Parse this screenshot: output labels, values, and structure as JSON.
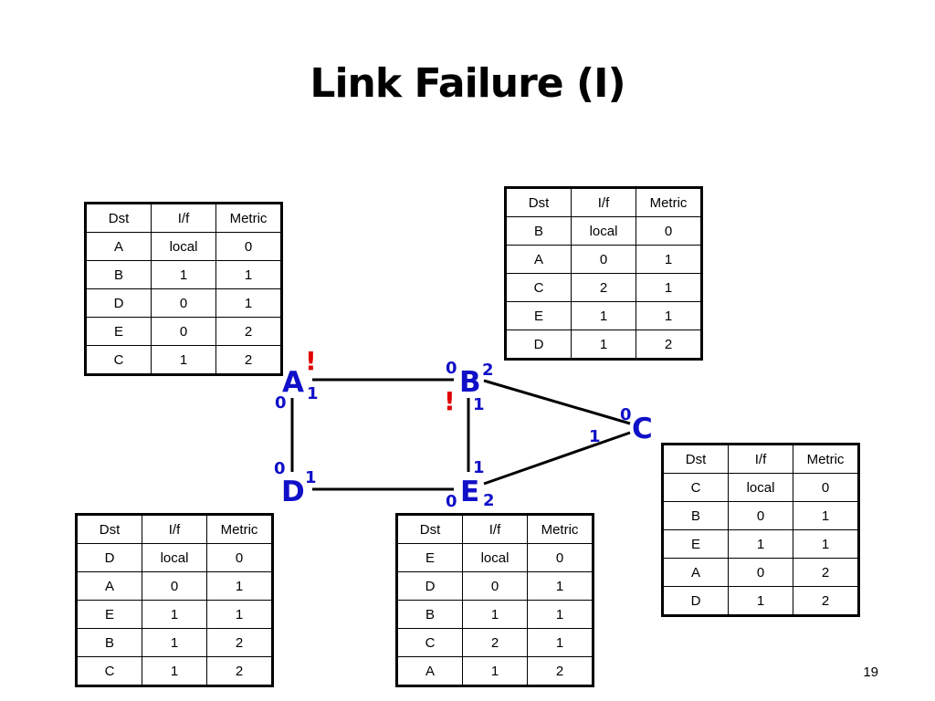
{
  "title": "Link Failure (I)",
  "page_number": "19",
  "colors": {
    "node_label": "#1010c8",
    "failure_mark": "#e00000",
    "link": "#000000"
  },
  "nodes": {
    "A": {
      "label": "A",
      "interfaces": [
        "0",
        "1"
      ]
    },
    "B": {
      "label": "B",
      "interfaces": [
        "0",
        "1",
        "2"
      ]
    },
    "C": {
      "label": "C",
      "interfaces": [
        "0",
        "1"
      ]
    },
    "D": {
      "label": "D",
      "interfaces": [
        "0",
        "1"
      ]
    },
    "E": {
      "label": "E",
      "interfaces": [
        "0",
        "1",
        "2"
      ]
    }
  },
  "failure_mark": "!",
  "tables": {
    "A": {
      "header": [
        "Dst",
        "I/f",
        "Metric"
      ],
      "rows": [
        [
          "A",
          "local",
          "0"
        ],
        [
          "B",
          "1",
          "1"
        ],
        [
          "D",
          "0",
          "1"
        ],
        [
          "E",
          "0",
          "2"
        ],
        [
          "C",
          "1",
          "2"
        ]
      ]
    },
    "B": {
      "header": [
        "Dst",
        "I/f",
        "Metric"
      ],
      "rows": [
        [
          "B",
          "local",
          "0"
        ],
        [
          "A",
          "0",
          "1"
        ],
        [
          "C",
          "2",
          "1"
        ],
        [
          "E",
          "1",
          "1"
        ],
        [
          "D",
          "1",
          "2"
        ]
      ]
    },
    "C": {
      "header": [
        "Dst",
        "I/f",
        "Metric"
      ],
      "rows": [
        [
          "C",
          "local",
          "0"
        ],
        [
          "B",
          "0",
          "1"
        ],
        [
          "E",
          "1",
          "1"
        ],
        [
          "A",
          "0",
          "2"
        ],
        [
          "D",
          "1",
          "2"
        ]
      ]
    },
    "D": {
      "header": [
        "Dst",
        "I/f",
        "Metric"
      ],
      "rows": [
        [
          "D",
          "local",
          "0"
        ],
        [
          "A",
          "0",
          "1"
        ],
        [
          "E",
          "1",
          "1"
        ],
        [
          "B",
          "1",
          "2"
        ],
        [
          "C",
          "1",
          "2"
        ]
      ]
    },
    "E": {
      "header": [
        "Dst",
        "I/f",
        "Metric"
      ],
      "rows": [
        [
          "E",
          "local",
          "0"
        ],
        [
          "D",
          "0",
          "1"
        ],
        [
          "B",
          "1",
          "1"
        ],
        [
          "C",
          "2",
          "1"
        ],
        [
          "A",
          "1",
          "2"
        ]
      ]
    }
  }
}
